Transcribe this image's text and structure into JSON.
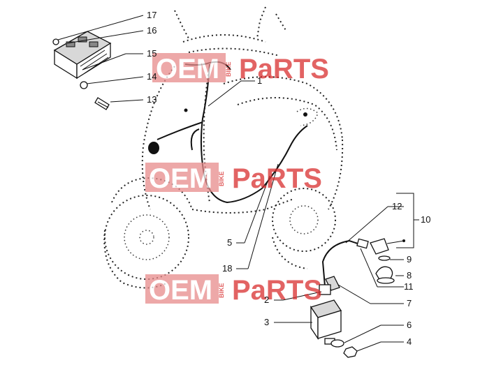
{
  "watermark": {
    "left_text": "OEM",
    "side_text": "BIKE",
    "right_text": "PaRTS",
    "color": "#d93030",
    "left_bg": "#e88b8b"
  },
  "callouts": [
    {
      "id": "17",
      "label": "17"
    },
    {
      "id": "16",
      "label": "16"
    },
    {
      "id": "15",
      "label": "15"
    },
    {
      "id": "14",
      "label": "14"
    },
    {
      "id": "13",
      "label": "13"
    },
    {
      "id": "1",
      "label": "1"
    },
    {
      "id": "5",
      "label": "5"
    },
    {
      "id": "18",
      "label": "18"
    },
    {
      "id": "12",
      "label": "12"
    },
    {
      "id": "10",
      "label": "10"
    },
    {
      "id": "9",
      "label": "9"
    },
    {
      "id": "8",
      "label": "8"
    },
    {
      "id": "11",
      "label": "11"
    },
    {
      "id": "2",
      "label": "2"
    },
    {
      "id": "7",
      "label": "7"
    },
    {
      "id": "3",
      "label": "3"
    },
    {
      "id": "6",
      "label": "6"
    },
    {
      "id": "4",
      "label": "4"
    }
  ]
}
